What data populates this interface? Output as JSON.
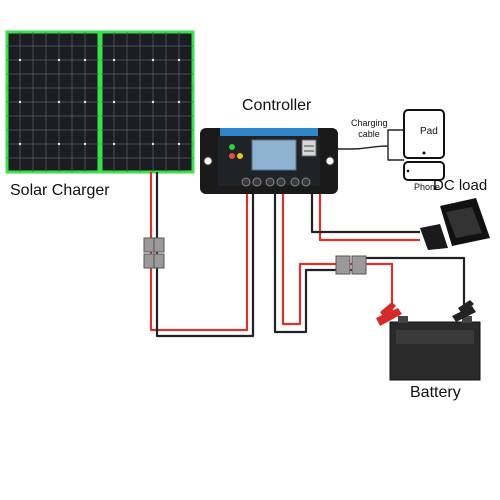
{
  "labels": {
    "solar_charger": "Solar Charger",
    "controller": "Controller",
    "charging_cable": "Charging cable",
    "pad": "Pad",
    "phone": "Phone",
    "dc_load": "DC load",
    "battery": "Battery"
  },
  "colors": {
    "panel_frame": "#39e04a",
    "panel_cells": "#1b1d22",
    "controller_body": "#1a1a1a",
    "controller_face": "#2f86c8",
    "lcd": "#8fb2d0",
    "wire_red": "#d9342b",
    "wire_black": "#222222",
    "connector": "#9a9a9a",
    "battery_body": "#2a2a2a",
    "clamp_red": "#d62a2a"
  }
}
